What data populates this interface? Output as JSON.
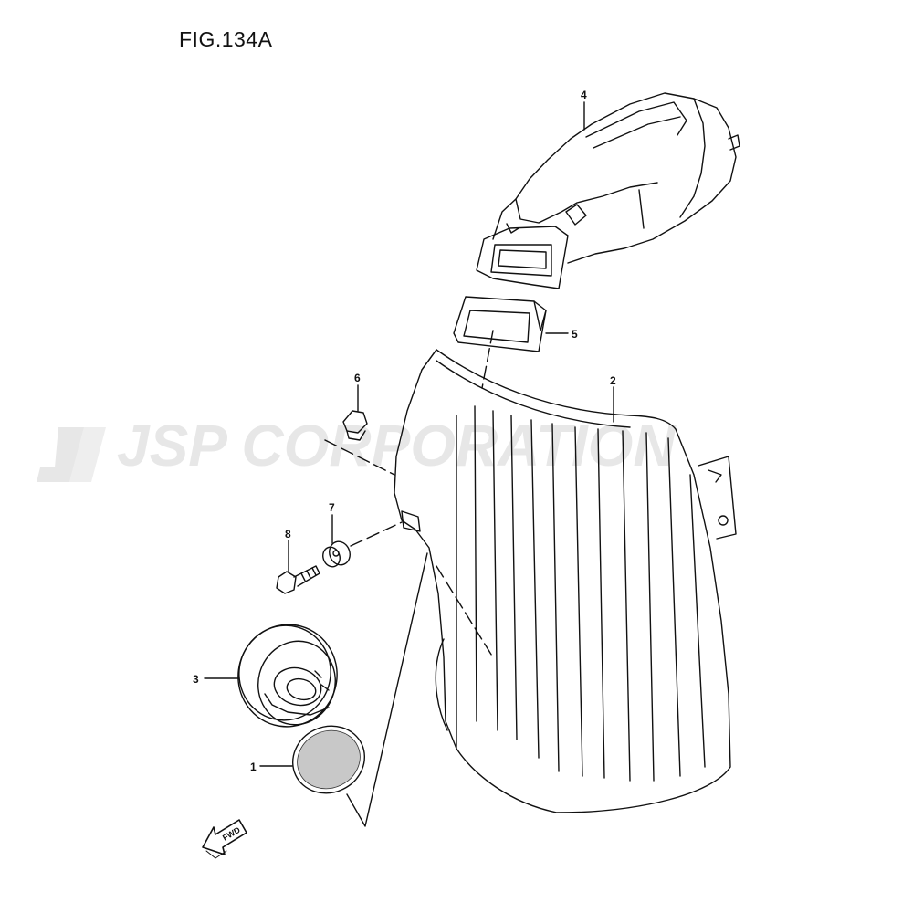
{
  "figure": {
    "title": "FIG.134A"
  },
  "watermark": "JSP CORPORATION",
  "direction_label": "FWD",
  "callouts": [
    {
      "id": "1",
      "label": "1"
    },
    {
      "id": "2",
      "label": "2"
    },
    {
      "id": "3",
      "label": "3"
    },
    {
      "id": "4",
      "label": "4"
    },
    {
      "id": "5",
      "label": "5"
    },
    {
      "id": "6",
      "label": "6"
    },
    {
      "id": "7",
      "label": "7"
    },
    {
      "id": "8",
      "label": "8"
    }
  ],
  "colors": {
    "line": "#111111",
    "watermark": "#d4d4d4",
    "background": "#ffffff"
  }
}
